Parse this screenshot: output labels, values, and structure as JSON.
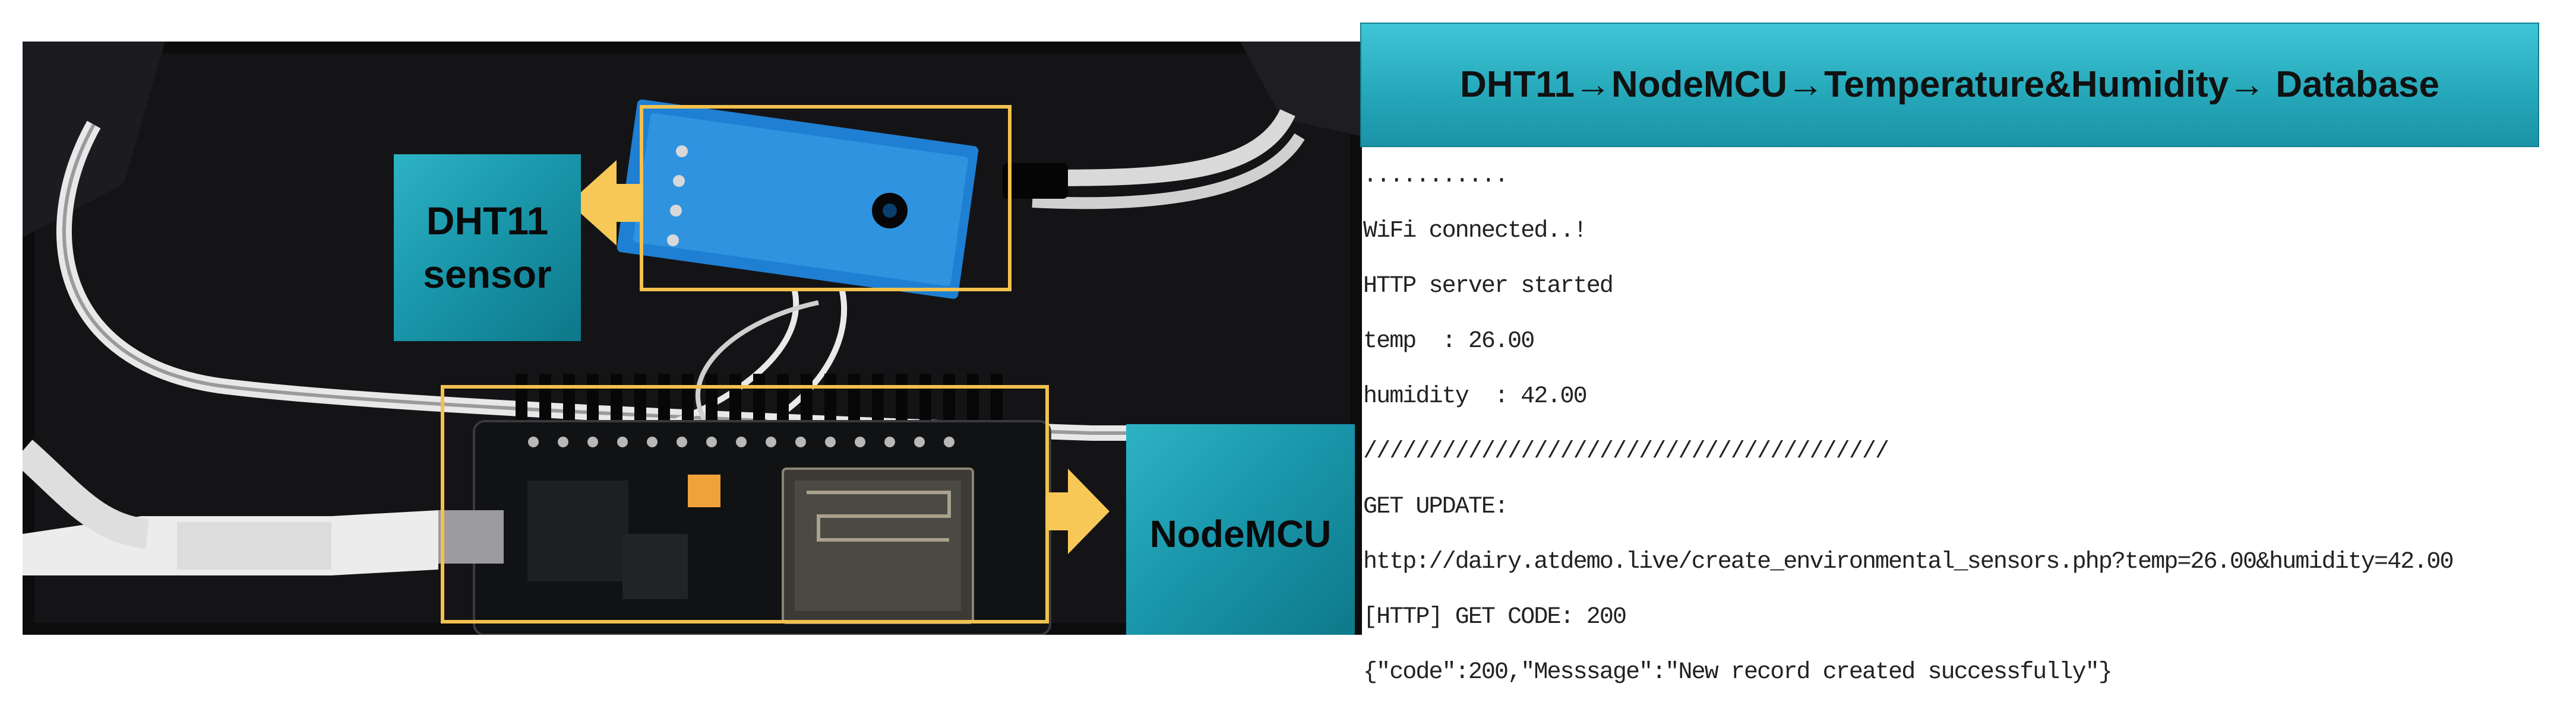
{
  "photo": {
    "callouts": {
      "dht11": "DHT11\nsensor",
      "nodemcu": "NodeMCU"
    },
    "colors": {
      "highlight_box": "#f2c14e",
      "arrow": "#f7c857",
      "callout_teal": "#1a97ab"
    }
  },
  "serial_monitor": {
    "title": "DHT11→NodeMCU→Temperature&Humidity→ Database",
    "lines": [
      "...........",
      "WiFi connected..!",
      "HTTP server started",
      "temp  : 26.00",
      "humidity  : 42.00",
      "////////////////////////////////////////",
      "GET UPDATE:",
      "http://dairy.atdemo.live/create_environmental_sensors.php?temp=26.00&humidity=42.00",
      "[HTTP] GET CODE: 200",
      "{\"code\":200,\"Messsage\":\"New record created successfully\"}"
    ]
  }
}
